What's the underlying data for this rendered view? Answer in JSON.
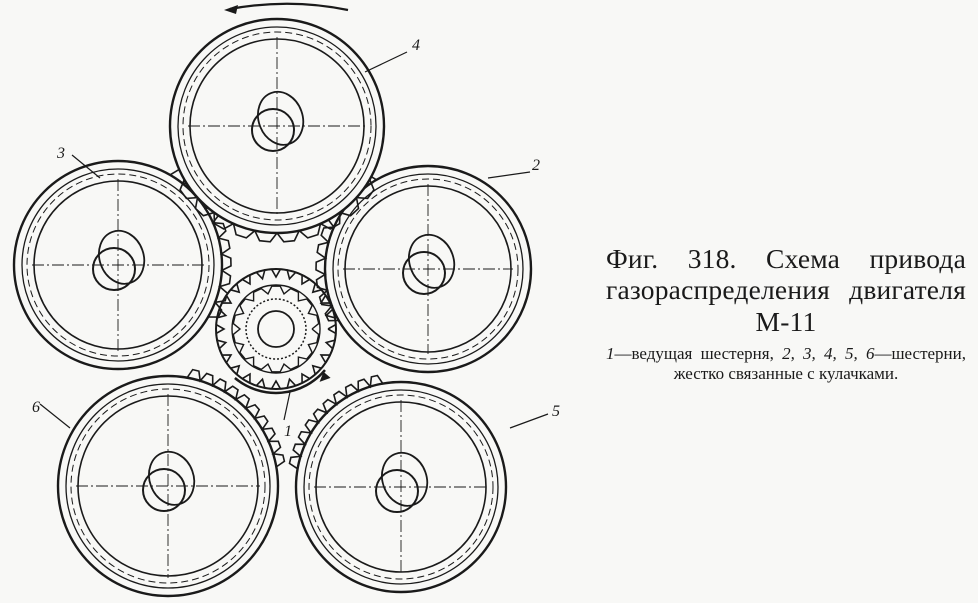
{
  "figure": {
    "title": "Фиг. 318. Схема привода газораспределения двигателя М-11",
    "legend": [
      {
        "num": "1",
        "text": "—ведущая шестерня, "
      },
      {
        "num": "2, 3, 4, 5, 6",
        "text": "—шестерни, жестко связанные с кулачками."
      }
    ]
  },
  "diagram": {
    "labels": [
      "1",
      "2",
      "3",
      "4",
      "5",
      "6"
    ],
    "gears": [
      {
        "id": "1",
        "role": "driving"
      },
      {
        "id": "2",
        "role": "cam"
      },
      {
        "id": "3",
        "role": "cam"
      },
      {
        "id": "4",
        "role": "cam"
      },
      {
        "id": "5",
        "role": "cam"
      },
      {
        "id": "6",
        "role": "cam"
      }
    ],
    "ink_color": "#1a1a1a",
    "paper_color": "#f8f8f6"
  }
}
